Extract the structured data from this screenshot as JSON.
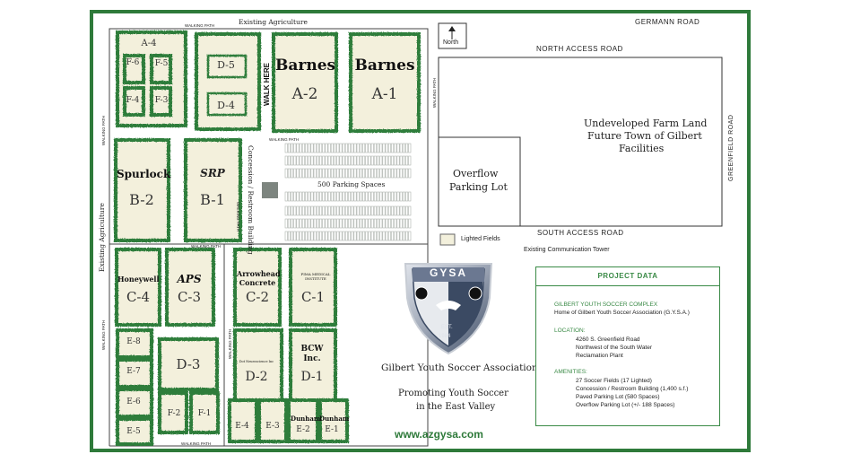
{
  "colors": {
    "frame": "#2e7a3a",
    "hedge": "#2f7d3b",
    "field": "#f3f0dc",
    "parking": "#aeb3ae",
    "concession": "#7d857f",
    "accent": "#3a8a46",
    "logo_shield": "#3b4a63",
    "url": "#2e7a3a"
  },
  "roads": {
    "top": "GERMANN ROAD",
    "north_access": "NORTH ACCESS ROAD",
    "south_access": "SOUTH ACCESS ROAD",
    "right": "GREENFIELD ROAD"
  },
  "north_label": "North",
  "existing_ag_top": "Existing Agriculture",
  "existing_ag_left": "Existing Agriculture",
  "walking_path": "WALKING PATH",
  "walk_here": "WALK HERE",
  "concession": "Concession / Restroom Building",
  "parking": "500 Parking Spaces",
  "undeveloped": [
    "Undeveloped Farm Land",
    "Future Town of Gilbert",
    "Facilities"
  ],
  "overflow": [
    "Overflow",
    "Parking Lot"
  ],
  "legend": "Lighted Fields",
  "tower": "Existing Communication Tower",
  "fields": {
    "A4": "A-4",
    "F6": "F-6",
    "F5": "F-5",
    "F4": "F-4",
    "F3": "F-3",
    "D5": "D-5",
    "D4": "D-4",
    "A2": "A-2",
    "A2_sponsor": "Barnes",
    "A1": "A-1",
    "A1_sponsor": "Barnes",
    "B2": "B-2",
    "B2_sponsor": "Spurlock",
    "B1": "B-1",
    "B1_sponsor": "SRP",
    "C4": "C-4",
    "C4_sponsor": "Honeywell",
    "C3": "C-3",
    "C3_sponsor": "APS",
    "C2": "C-2",
    "C2_sponsor": "Arrowhead Concrete",
    "C1": "C-1",
    "C1_sponsor": "PIMA MEDICAL INSTITUTE",
    "E8": "E-8",
    "E7": "E-7",
    "E6": "E-6",
    "E5": "E-5",
    "D3": "D-3",
    "F2": "F-2",
    "F1": "F-1",
    "D2": "D-2",
    "D2_sponsor": "Dot Neuroscience Inc",
    "D1": "D-1",
    "D1_sponsor": "BCW Inc.",
    "E4": "E-4",
    "E3": "E-3",
    "E2": "E-2",
    "E2_sponsor": "Dunham",
    "E1": "E-1",
    "E1_sponsor": "Dunham"
  },
  "logo": {
    "text": "GYSA",
    "est": "EST.",
    "year": "1984"
  },
  "association": "Gilbert Youth Soccer Association",
  "tagline": [
    "Promoting Youth Soccer",
    "in the East Valley"
  ],
  "url": "www.azgysa.com",
  "project": {
    "heading": "PROJECT DATA",
    "complex": "GILBERT YOUTH SOCCER COMPLEX",
    "home": "Home of Gilbert Youth Soccer Association (G.Y.S.A.)",
    "location_label": "LOCATION:",
    "location": [
      "4260 S. Greenfield Road",
      "Northwest of the South Water",
      "Reclamation Plant"
    ],
    "amenities_label": "AMENITIES:",
    "amenities": [
      "27 Soccer Fields (17 Lighted)",
      "Concession / Restroom Building (1,400 s.f.)",
      "Paved Parking Lot (580 Spaces)",
      "Overflow Parking Lot (+/- 188 Spaces)"
    ]
  }
}
